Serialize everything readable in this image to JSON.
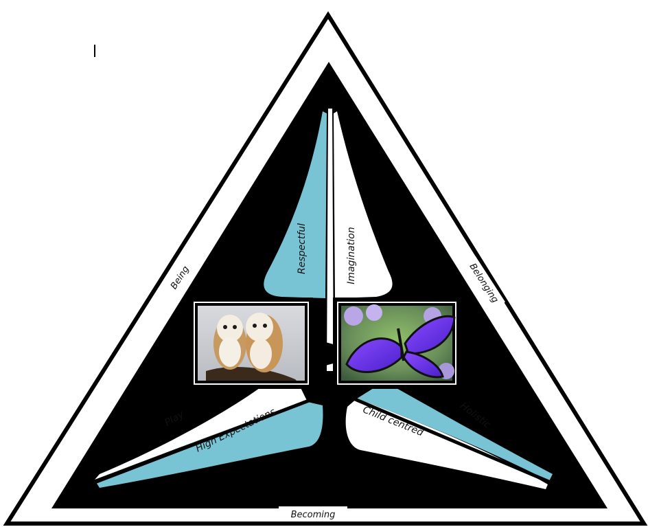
{
  "outer_labels": {
    "being": "Being",
    "belonging": "Belonging",
    "becoming": "Becoming"
  },
  "inner_labels": {
    "respectful": "Respectful",
    "imagination": "Imagination",
    "play": "Play",
    "high_expectations": "High Expectations",
    "child_centred": "Child centred",
    "holistic": "Holistic"
  },
  "colors": {
    "accent_blue": "#78c3d4",
    "dark": "#000000",
    "light": "#ffffff"
  },
  "images": {
    "left": "owls-photo",
    "right": "butterfly-photo"
  }
}
